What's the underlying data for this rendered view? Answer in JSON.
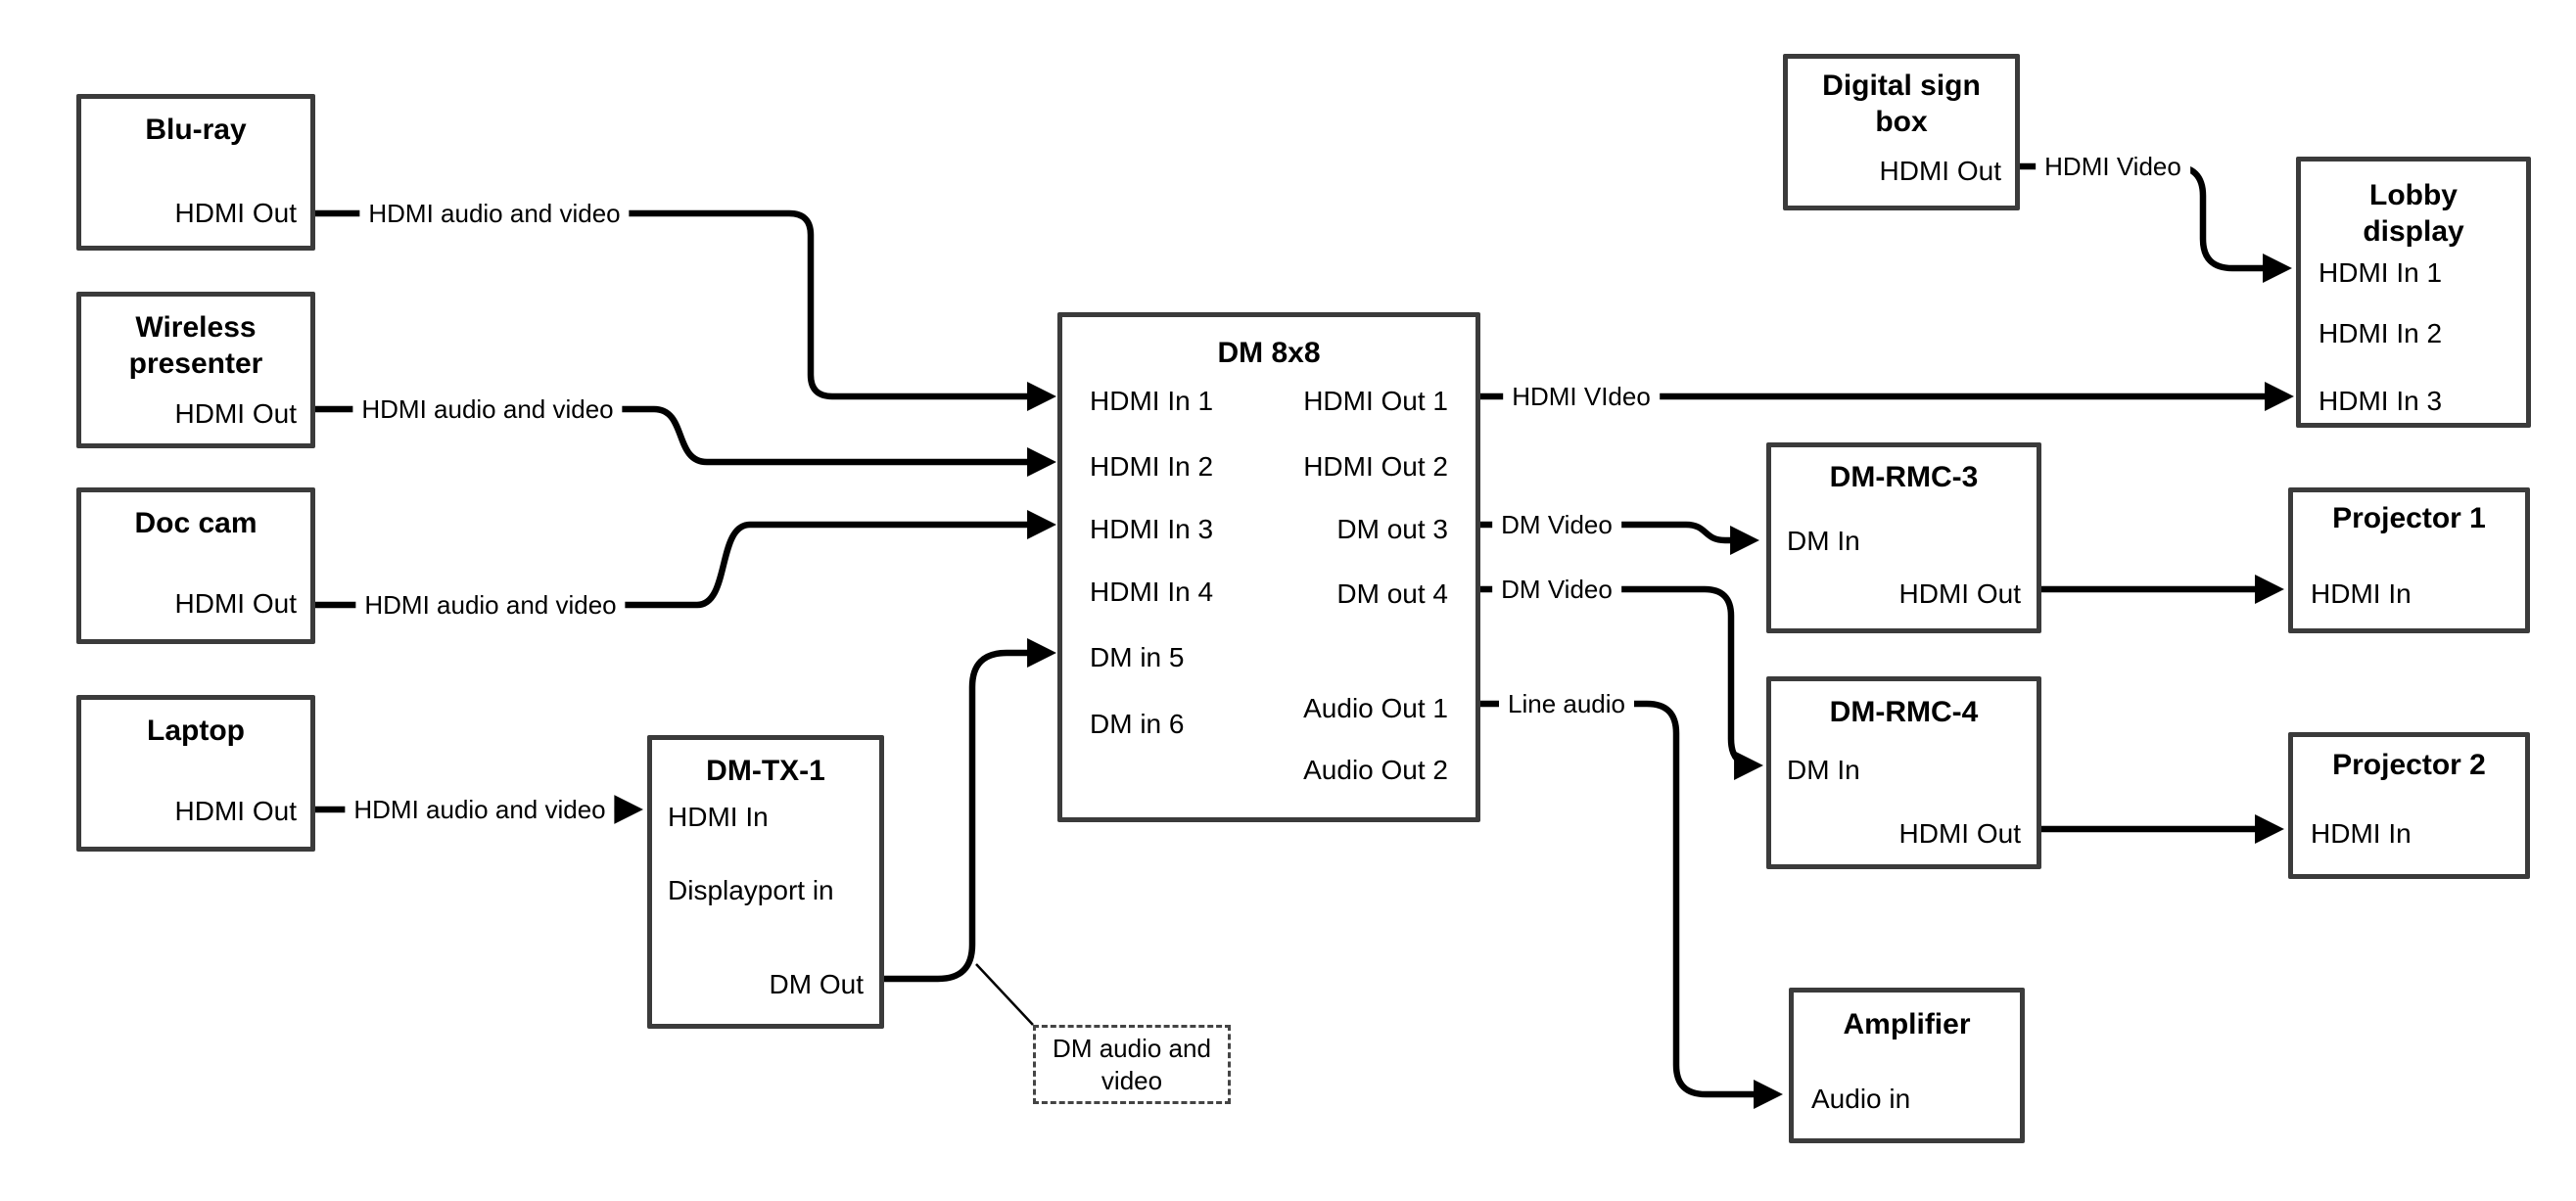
{
  "diagram": {
    "nodes": {
      "bluray": {
        "title": "Blu-ray",
        "ports": {
          "out": "HDMI Out"
        }
      },
      "wireless": {
        "title": "Wireless presenter",
        "ports": {
          "out": "HDMI Out"
        }
      },
      "doccam": {
        "title": "Doc cam",
        "ports": {
          "out": "HDMI Out"
        }
      },
      "laptop": {
        "title": "Laptop",
        "ports": {
          "out": "HDMI Out"
        }
      },
      "dmtx1": {
        "title": "DM-TX-1",
        "ports": {
          "hdmi_in": "HDMI In",
          "dp_in": "Displayport in",
          "dm_out": "DM Out"
        }
      },
      "dm8x8": {
        "title": "DM 8x8",
        "ports": {
          "in1": "HDMI In 1",
          "in2": "HDMI In 2",
          "in3": "HDMI In 3",
          "in4": "HDMI In 4",
          "in5": "DM in 5",
          "in6": "DM in 6",
          "out1": "HDMI Out 1",
          "out2": "HDMI Out 2",
          "out3": "DM out 3",
          "out4": "DM out 4",
          "aout1": "Audio Out 1",
          "aout2": "Audio Out 2"
        }
      },
      "digitalsign": {
        "title": "Digital sign box",
        "ports": {
          "out": "HDMI Out"
        }
      },
      "lobby": {
        "title": "Lobby display",
        "ports": {
          "in1": "HDMI In 1",
          "in2": "HDMI In 2",
          "in3": "HDMI In 3"
        }
      },
      "dmrmc3": {
        "title": "DM-RMC-3",
        "ports": {
          "dm_in": "DM In",
          "hdmi_out": "HDMI Out"
        }
      },
      "dmrmc4": {
        "title": "DM-RMC-4",
        "ports": {
          "dm_in": "DM In",
          "hdmi_out": "HDMI Out"
        }
      },
      "proj1": {
        "title": "Projector 1",
        "ports": {
          "in": "HDMI In"
        }
      },
      "proj2": {
        "title": "Projector 2",
        "ports": {
          "in": "HDMI In"
        }
      },
      "amp": {
        "title": "Amplifier",
        "ports": {
          "in": "Audio in"
        }
      }
    },
    "wire_labels": {
      "bluray_av": "HDMI audio and video",
      "wireless_av": "HDMI audio and video",
      "doccam_av": "HDMI audio and video",
      "laptop_av": "HDMI audio and video",
      "out1_video": "HDMI VIdeo",
      "dm_video_3": "DM Video",
      "dm_video_4": "DM Video",
      "line_audio": "Line audio",
      "sign_video": "HDMI Video",
      "callout": "DM audio and video"
    },
    "colors": {
      "wire": "#000000",
      "box_border": "#3b3b3b",
      "background": "#ffffff"
    }
  }
}
